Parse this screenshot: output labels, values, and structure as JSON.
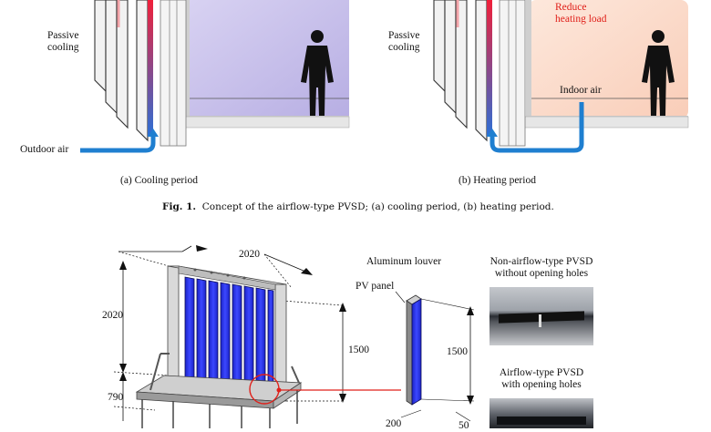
{
  "panel_a": {
    "passive_cooling": [
      "Passive",
      "cooling"
    ],
    "outdoor_air": "Outdoor air",
    "caption": "(a) Cooling period"
  },
  "panel_b": {
    "passive_cooling": [
      "Passive",
      "cooling"
    ],
    "reduce_load": [
      "Reduce",
      "heating load"
    ],
    "indoor_air": "Indoor air",
    "caption": "(b) Heating period"
  },
  "fig1": {
    "label": "Fig. 1.",
    "text": "Concept of the airflow-type PVSD; (a) cooling period, (b) heating period."
  },
  "fig2": {
    "dim_width": "2020",
    "dim_height": "2020",
    "dim_panel": "1500",
    "dim_base": "790",
    "detail_dim": "1500",
    "detail_width": "200",
    "detail_depth": "50",
    "aluminum_louver": "Aluminum louver",
    "pv_panel": "PV panel",
    "non_airflow": [
      "Non-airflow-type PVSD",
      "without opening holes"
    ],
    "airflow": [
      "Airflow-type PVSD",
      "with opening holes"
    ]
  },
  "colors": {
    "cool_room": "#c5bde8",
    "warm_room": "#fbd9c8",
    "pv_blue": "#2a2fd8",
    "air_blue": "#1f7fd0",
    "accent_red": "#e0201a"
  }
}
